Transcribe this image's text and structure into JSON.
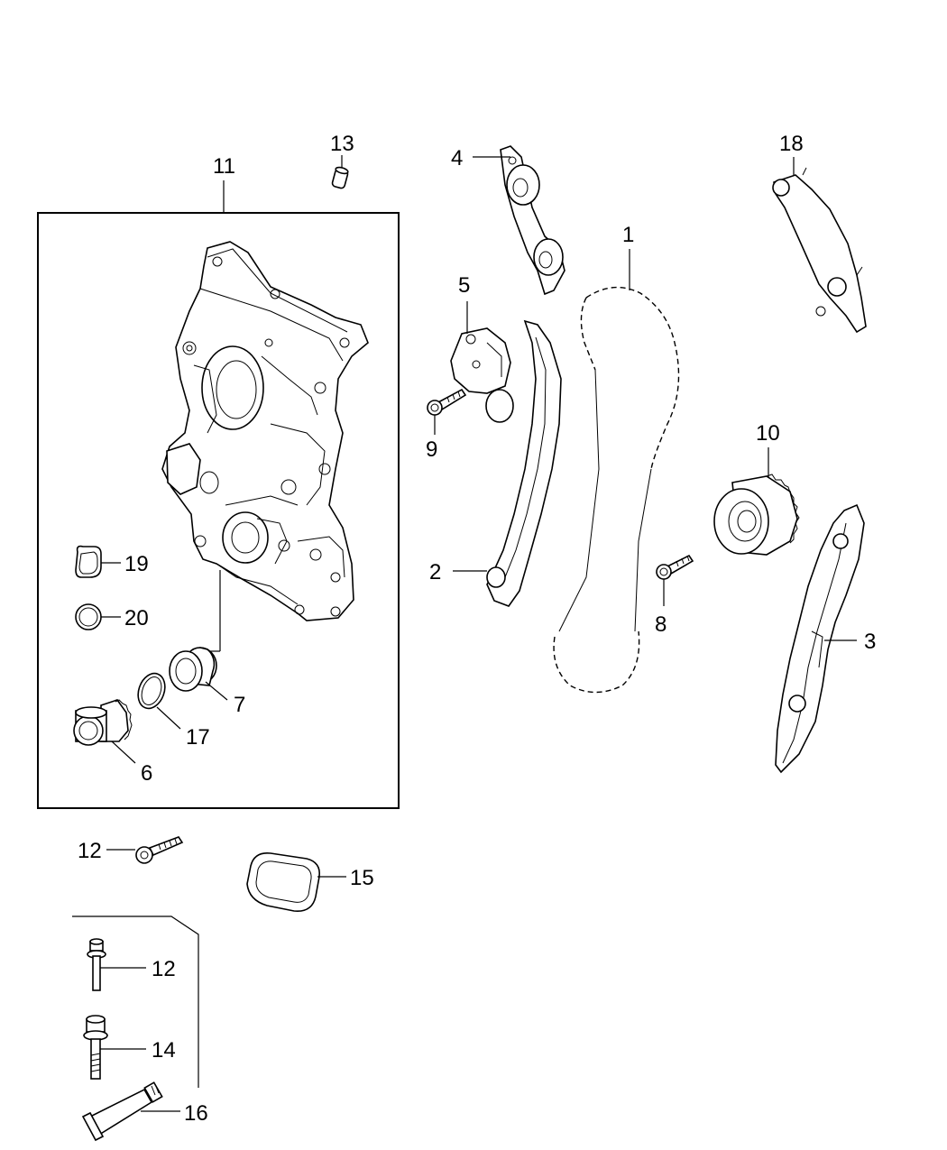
{
  "callouts": {
    "c1": "1",
    "c2": "2",
    "c3": "3",
    "c4": "4",
    "c5": "5",
    "c6": "6",
    "c7": "7",
    "c8": "8",
    "c9": "9",
    "c10": "10",
    "c11": "11",
    "c12a": "12",
    "c12b": "12",
    "c13": "13",
    "c14": "14",
    "c15": "15",
    "c16": "16",
    "c17": "17",
    "c18": "18",
    "c19": "19",
    "c20": "20"
  }
}
